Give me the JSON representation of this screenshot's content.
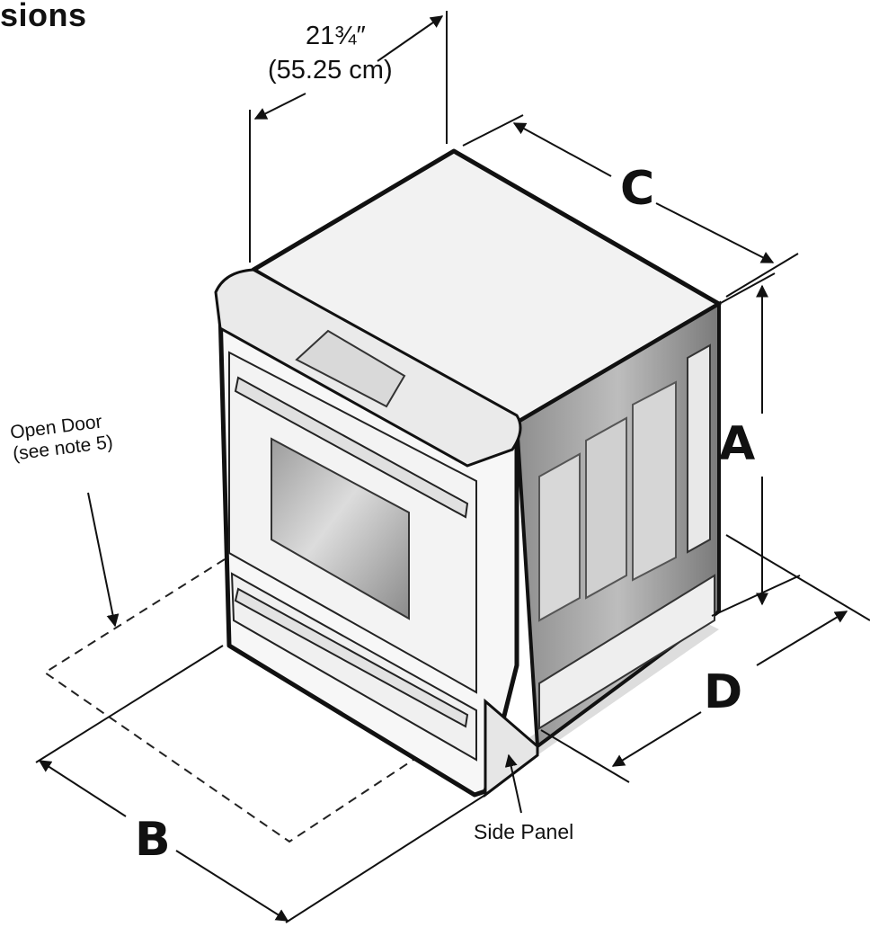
{
  "heading": "sions",
  "width_dimension": {
    "imperial": "21¾″",
    "metric": "(55.25 cm)"
  },
  "dimension_labels": {
    "a": "A",
    "b": "B",
    "c": "C",
    "d": "D"
  },
  "callouts": {
    "open_door_line1": "Open Door",
    "open_door_line2": "(see note 5)",
    "side_panel": "Side Panel"
  },
  "colors": {
    "outline": "#111111",
    "body": "#f4f4f4",
    "shadow": "#c8c8c8",
    "cavity": "#9a9a9a"
  }
}
